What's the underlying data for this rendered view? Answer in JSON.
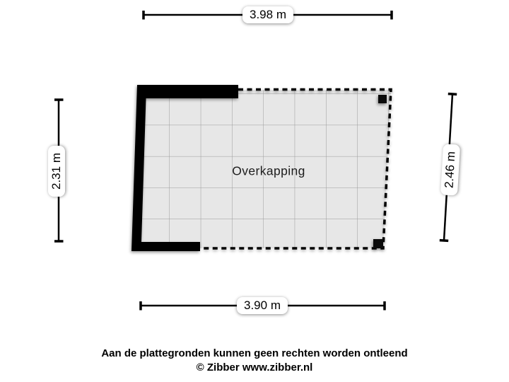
{
  "plan": {
    "room_label": "Overkapping",
    "floor_color": "#e7e7e7",
    "grid_color": "#9a9a9a",
    "wall_color": "#000000"
  },
  "dimensions": {
    "top": "3.98 m",
    "bottom": "3.90 m",
    "left": "2.31 m",
    "right": "2.46 m"
  },
  "footer": {
    "disclaimer": "Aan de plattegronden kunnen geen rechten worden ontleend",
    "copyright": "© Zibber www.zibber.nl"
  }
}
